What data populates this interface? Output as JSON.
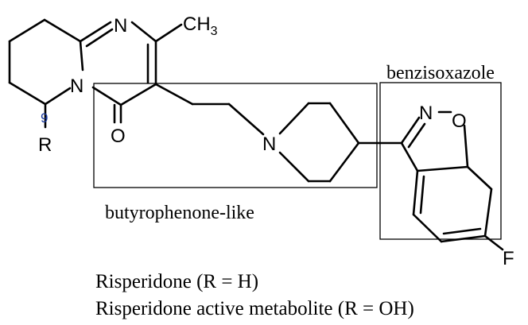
{
  "atoms": {
    "n_top": "N",
    "ch3_c": "CH",
    "ch3_sub": "3",
    "n_ring": "N",
    "o_carbonyl": "O",
    "locant_9": "9",
    "r_group": "R",
    "n_piperidine": "N",
    "n_isoxazole": "N",
    "o_isoxazole": "O",
    "fluorine": "F"
  },
  "labels": {
    "benzisoxazole": "benzisoxazole",
    "butyrophenone_like": "butyrophenone-like"
  },
  "captions": {
    "line1": "Risperidone (R = H)",
    "line2": "Risperidone active metabolite (R = OH)"
  }
}
